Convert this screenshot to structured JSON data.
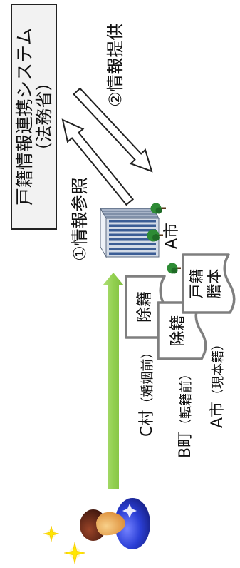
{
  "system": {
    "title": "戸籍情報連携システム",
    "ministry": "（法務省）"
  },
  "flows": {
    "provide_label": "②情報提供",
    "reference_label": "①情報参照"
  },
  "city_office": {
    "label": "A市",
    "icon": "office-building-icon"
  },
  "documents": [
    {
      "lines": [
        "除籍"
      ]
    },
    {
      "lines": [
        "除籍"
      ]
    },
    {
      "lines": [
        "戸籍",
        "謄本"
      ]
    }
  ],
  "municipalities": [
    {
      "name": "C村",
      "note": "（婚姻前）"
    },
    {
      "name": "B町",
      "note": "（転籍前）"
    },
    {
      "name": "A市",
      "note": "（現本籍）"
    }
  ],
  "icons": {
    "person": "person-icon",
    "sparkle": "sparkle-icon",
    "tree": "tree-icon",
    "timeline": "green-arrow-icon",
    "flow_arrow": "hollow-arrow-icon",
    "document": "document-icon"
  },
  "colors": {
    "timeline_arrow": "#92d050",
    "system_box_fill": "#f2f2f2",
    "document_border": "#7f7f7f",
    "person_body": "#2b3fd6",
    "sparkle": "#ffe600"
  }
}
